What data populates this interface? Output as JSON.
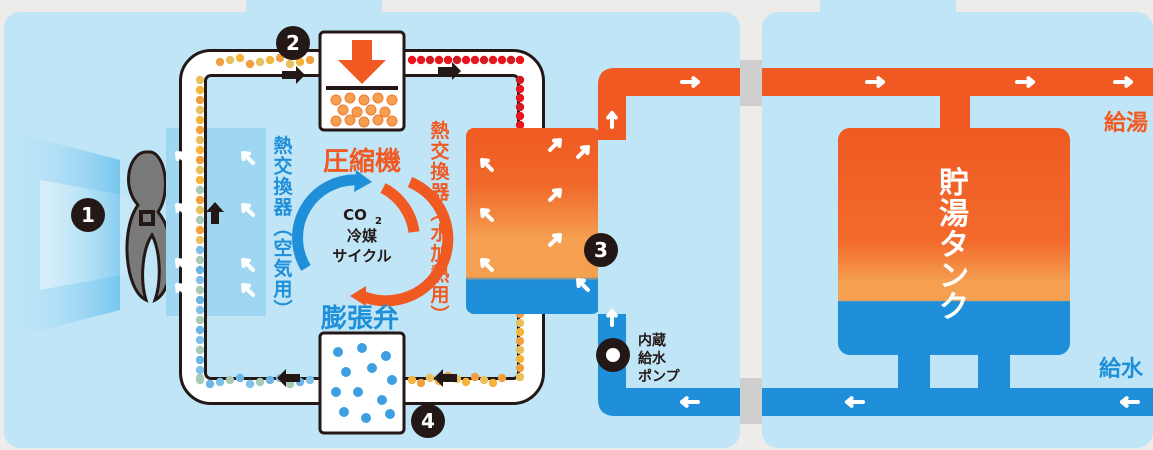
{
  "colors": {
    "background": "#eeecea",
    "panel": "#bfe5f7",
    "air": "#8fd0f0",
    "hot": "#f05a22",
    "warm": "#f5a050",
    "cold": "#1e8fd8",
    "refrigerant_hot": "#e8141e",
    "refrigerant_warm": "#f5b53c",
    "refrigerant_cold": "#6bb6e6",
    "text_blue": "#1e8fd8",
    "text_orange": "#f05a22",
    "dark": "#231815"
  },
  "steps": {
    "s1": "1",
    "s2": "2",
    "s3": "3",
    "s4": "4"
  },
  "labels": {
    "compressor": "圧縮機",
    "expansion_valve": "膨張弁",
    "hx_air": [
      "熱",
      "交",
      "換",
      "器",
      "︵",
      "空",
      "気",
      "用",
      "︶"
    ],
    "hx_water": [
      "熱",
      "交",
      "換",
      "器",
      "︵",
      "水",
      "加",
      "熱",
      "用",
      "︶"
    ],
    "cycle": [
      "CO",
      "2",
      "冷媒",
      "サイクル"
    ],
    "pump": [
      "内蔵",
      "給水",
      "ポンプ"
    ],
    "tank": [
      "貯",
      "湯",
      "タ",
      "ン",
      "ク"
    ],
    "hot_water_supply": "給湯",
    "water_supply": "給水"
  },
  "icons": [
    "fan-icon",
    "compressor-down-arrow-icon",
    "cycle-arrows-icon",
    "pump-icon",
    "flow-arrow-icon"
  ]
}
